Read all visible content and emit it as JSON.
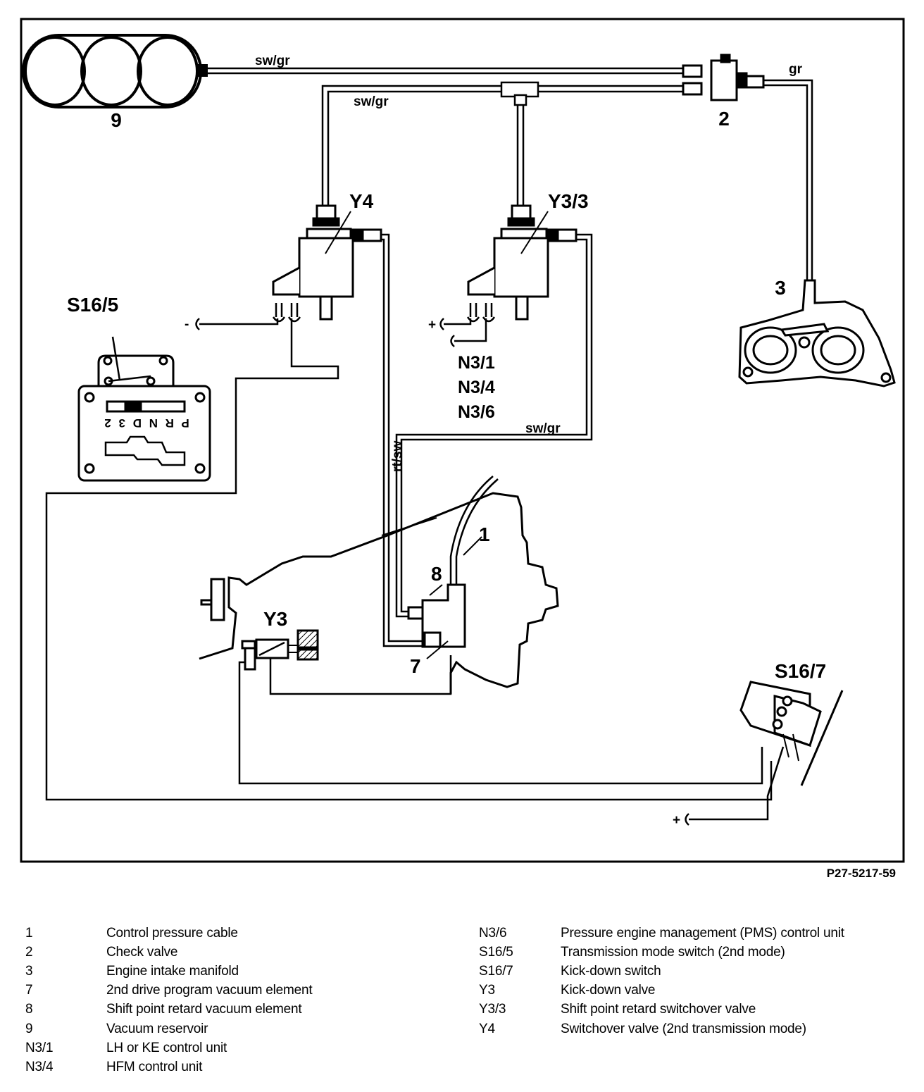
{
  "diagram": {
    "labels": {
      "reservoir": "9",
      "check_valve": "2",
      "manifold": "3",
      "y4": "Y4",
      "y33": "Y3/3",
      "s165": "S16/5",
      "s167": "S16/7",
      "y3": "Y3",
      "cable": "1",
      "elem8": "8",
      "elem7": "7",
      "n31": "N3/1",
      "n34": "N3/4",
      "n36": "N3/6"
    },
    "wires": {
      "top": "sw/gr",
      "mid": "sw/gr",
      "gr": "gr",
      "right": "sw/gr",
      "vertical": "rt/sw"
    },
    "terminals": {
      "y4_neg": "-",
      "y33_pos": "+",
      "kickdown_pos": "+"
    },
    "selector_gates": "P R N D 3 2",
    "reference": "P27-5217-59"
  },
  "legend": {
    "left": [
      {
        "code": "1",
        "text": "Control pressure cable"
      },
      {
        "code": "2",
        "text": "Check valve"
      },
      {
        "code": "3",
        "text": "Engine intake manifold"
      },
      {
        "code": "7",
        "text": "2nd drive program vacuum element"
      },
      {
        "code": "8",
        "text": "Shift point retard vacuum element"
      },
      {
        "code": "9",
        "text": "Vacuum reservoir"
      },
      {
        "code": "N3/1",
        "text": "LH or KE control unit"
      },
      {
        "code": "N3/4",
        "text": "HFM control unit"
      }
    ],
    "right": [
      {
        "code": "N3/6",
        "text": "Pressure engine management (PMS) control unit"
      },
      {
        "code": "S16/5",
        "text": "Transmission mode switch (2nd mode)"
      },
      {
        "code": "S16/7",
        "text": "Kick-down switch"
      },
      {
        "code": "Y3",
        "text": "Kick-down valve"
      },
      {
        "code": "Y3/3",
        "text": "Shift point retard switchover valve"
      },
      {
        "code": "Y4",
        "text": "Switchover valve (2nd transmission mode)"
      }
    ]
  }
}
